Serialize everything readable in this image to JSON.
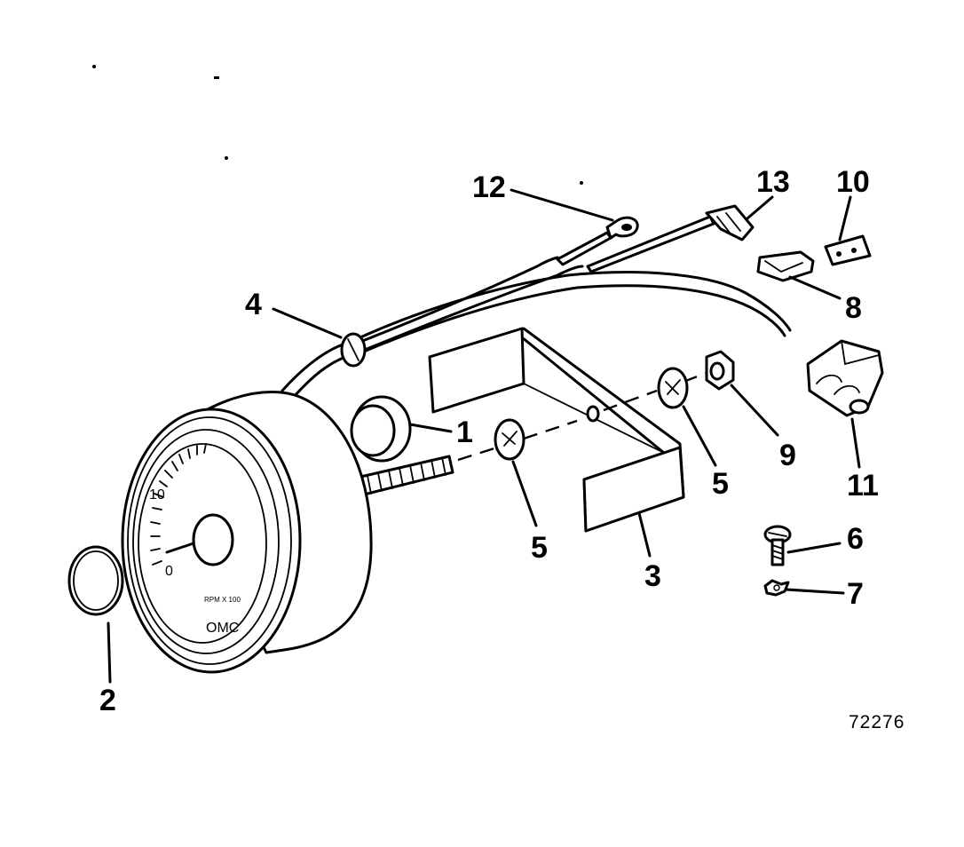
{
  "callouts": {
    "c1": "1",
    "c2": "2",
    "c3": "3",
    "c4": "4",
    "c5a": "5",
    "c5b": "5",
    "c6": "6",
    "c7": "7",
    "c8": "8",
    "c9": "9",
    "c10": "10",
    "c11": "11",
    "c12": "12",
    "c13": "13"
  },
  "figure_number": "72276",
  "dial": {
    "mark_10": "10",
    "mark_0": "0",
    "scale_label": "RPM X 100",
    "brand": "OMC"
  }
}
